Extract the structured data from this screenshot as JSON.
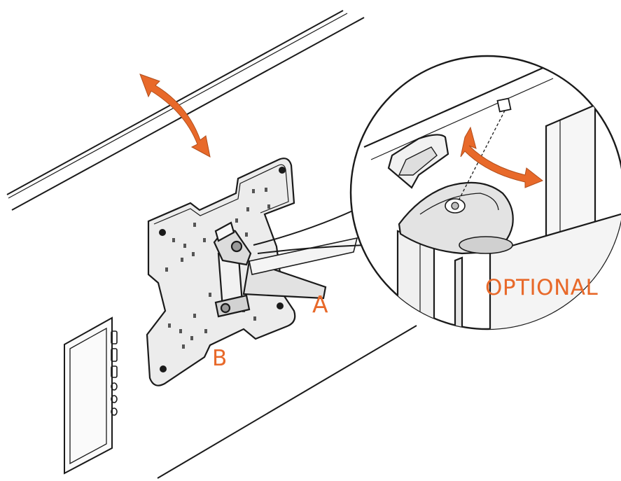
{
  "labels": {
    "a": "A",
    "b": "B",
    "optional": "OPTIONAL"
  },
  "colors": {
    "accent": "#E8692A",
    "line": "#1a1a1a",
    "fill_light": "#f2f2f2",
    "fill_mid": "#e0e0e0",
    "fill_dark": "#c9c9c9",
    "background": "#ffffff"
  },
  "icons": {
    "rotate_arrow_large": "double-headed-curved-arrow-icon",
    "rotate_arrow_small": "double-headed-curved-arrow-icon",
    "bracket_screw": "screw-icon"
  }
}
